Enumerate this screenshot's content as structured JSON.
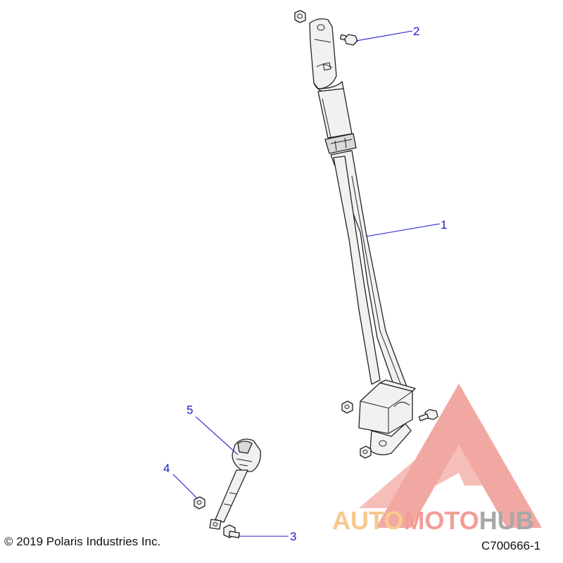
{
  "callouts": [
    {
      "number": "1",
      "part": "seat belt webbing"
    },
    {
      "number": "2",
      "part": "upper anchor bolt"
    },
    {
      "number": "3",
      "part": "buckle bolt"
    },
    {
      "number": "4",
      "part": "nut"
    },
    {
      "number": "5",
      "part": "seat belt buckle"
    }
  ],
  "copyright": "© 2019 Polaris Industries Inc.",
  "diagram_code": "C700666-1",
  "watermark": {
    "part1": "AUTO",
    "part2": "MOTO",
    "part3": "HUB",
    "colors": {
      "triangle": "#f09a92",
      "auto": "#f6c07a",
      "moto": "#f08c84",
      "hub": "#9a9a9a"
    }
  }
}
